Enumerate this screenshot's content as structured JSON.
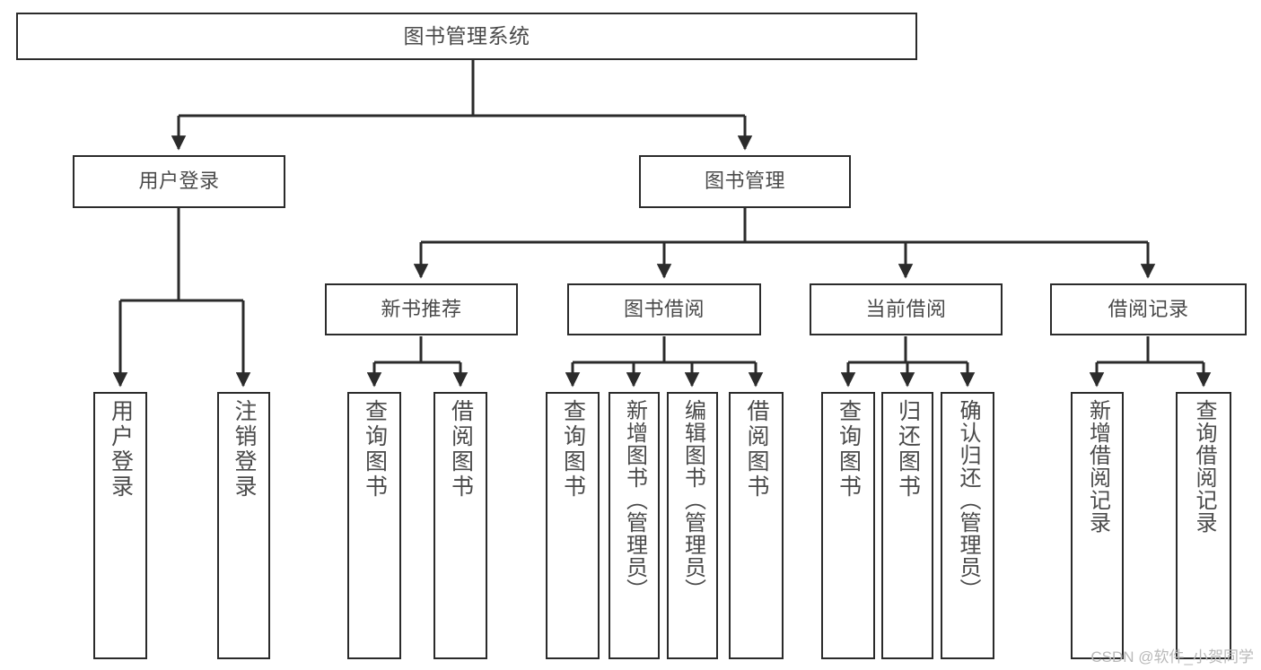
{
  "diagram": {
    "title": "图书管理系统",
    "type": "tree-hierarchy-chart",
    "watermark": "CSDN @软件_小贺同学",
    "colors": {
      "stroke": "#2b2b2b",
      "text": "#4a4a4a",
      "background": "#ffffff",
      "watermark": "#b9b9b9"
    },
    "nodes": {
      "root": {
        "label": "图书管理系统"
      },
      "level2": [
        {
          "id": "user-login",
          "label": "用户登录"
        },
        {
          "id": "book-manage",
          "label": "图书管理"
        }
      ],
      "level3": [
        {
          "id": "new-book-recommend",
          "label": "新书推荐"
        },
        {
          "id": "book-borrow",
          "label": "图书借阅"
        },
        {
          "id": "current-borrow",
          "label": "当前借阅"
        },
        {
          "id": "borrow-record",
          "label": "借阅记录"
        }
      ],
      "leaves": {
        "user-login": [
          {
            "id": "leaf-user-login",
            "label": "用户登录"
          },
          {
            "id": "leaf-logout-login",
            "label": "注销登录"
          }
        ],
        "new-book-recommend": [
          {
            "id": "leaf-query-book-1",
            "label": "查询图书"
          },
          {
            "id": "leaf-borrow-book-1",
            "label": "借阅图书"
          }
        ],
        "book-borrow": [
          {
            "id": "leaf-query-book-2",
            "label": "查询图书"
          },
          {
            "id": "leaf-add-book",
            "label": "新增图书（管理员）"
          },
          {
            "id": "leaf-edit-book",
            "label": "编辑图书（管理员）"
          },
          {
            "id": "leaf-borrow-book-2",
            "label": "借阅图书"
          }
        ],
        "current-borrow": [
          {
            "id": "leaf-query-book-3",
            "label": "查询图书"
          },
          {
            "id": "leaf-return-book",
            "label": "归还图书"
          },
          {
            "id": "leaf-confirm-return",
            "label": "确认归还（管理员）"
          }
        ],
        "borrow-record": [
          {
            "id": "leaf-add-record",
            "label": "新增借阅记录"
          },
          {
            "id": "leaf-query-record",
            "label": "查询借阅记录"
          }
        ]
      }
    }
  }
}
